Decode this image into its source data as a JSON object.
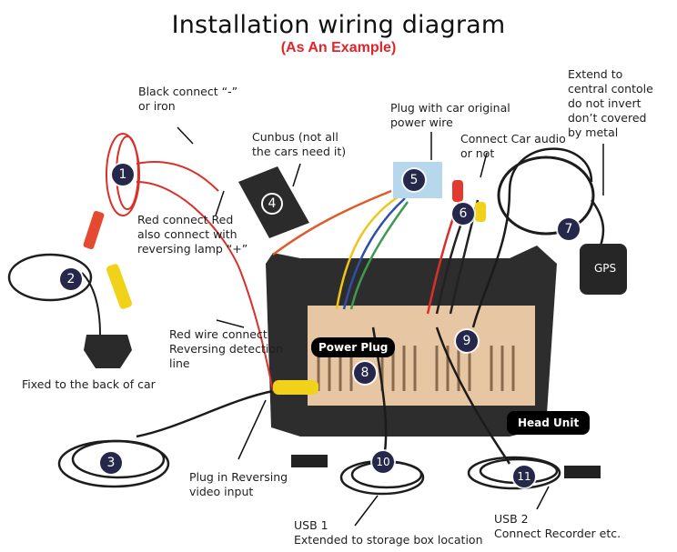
{
  "header": {
    "title": "Installation wiring diagram",
    "subtitle": "(As An Example)"
  },
  "labels": {
    "black_connect": "Black connect “-”\nor iron",
    "cunbus": "Cunbus (not all\nthe cars need it)",
    "plug_power": "Plug with car original\npower wire",
    "car_audio": "Connect Car audio\nor not",
    "gps_note": "Extend to\ncentral contole\ndo not invert\ndon’t covered\nby metal",
    "red_connect": "Red connect Red\nalso connect with\nreversing lamp “+”",
    "red_wire": "Red wire connect\nReversing detection\nline",
    "fixed_back": "Fixed to the back of car",
    "reversing_video": "Plug in Reversing\nvideo input",
    "usb1": "USB 1\nExtended to storage box location",
    "usb2": "USB 2\nConnect Recorder etc."
  },
  "tags": {
    "power_plug": "Power Plug",
    "head_unit": "Head Unit",
    "gps": "GPS"
  },
  "badges": [
    "1",
    "2",
    "3",
    "4",
    "5",
    "6",
    "7",
    "8",
    "9",
    "10",
    "11"
  ],
  "colors": {
    "badge": "#25284a",
    "subtitle": "#e0242a",
    "head_unit_bg": "#e8c9a8",
    "frame": "#2a2a2a",
    "red_wire": "#d9302a",
    "yellow_plug": "#f1d21b"
  }
}
